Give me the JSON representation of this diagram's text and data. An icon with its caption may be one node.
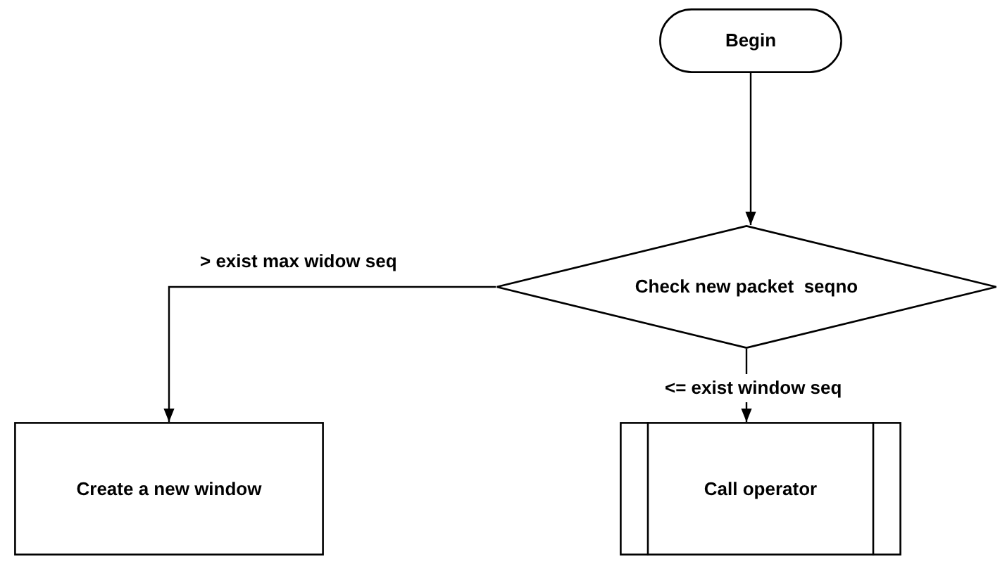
{
  "diagram": {
    "nodes": [
      {
        "text": [
          "Begin"
        ]
      },
      {
        "text": [
          "Check new packet  seqno"
        ]
      },
      {
        "text": [
          "Create a new window"
        ]
      },
      {
        "text": [
          "Call operator"
        ]
      }
    ],
    "edges": [
      {
        "from": 0,
        "to": 1,
        "arrow": "to"
      },
      {
        "from": 1,
        "to": 2,
        "arrow": "to",
        "label": "> exist max widow seq"
      },
      {
        "from": 1,
        "to": 3,
        "arrow": "to",
        "label": "<= exist window seq"
      }
    ]
  }
}
